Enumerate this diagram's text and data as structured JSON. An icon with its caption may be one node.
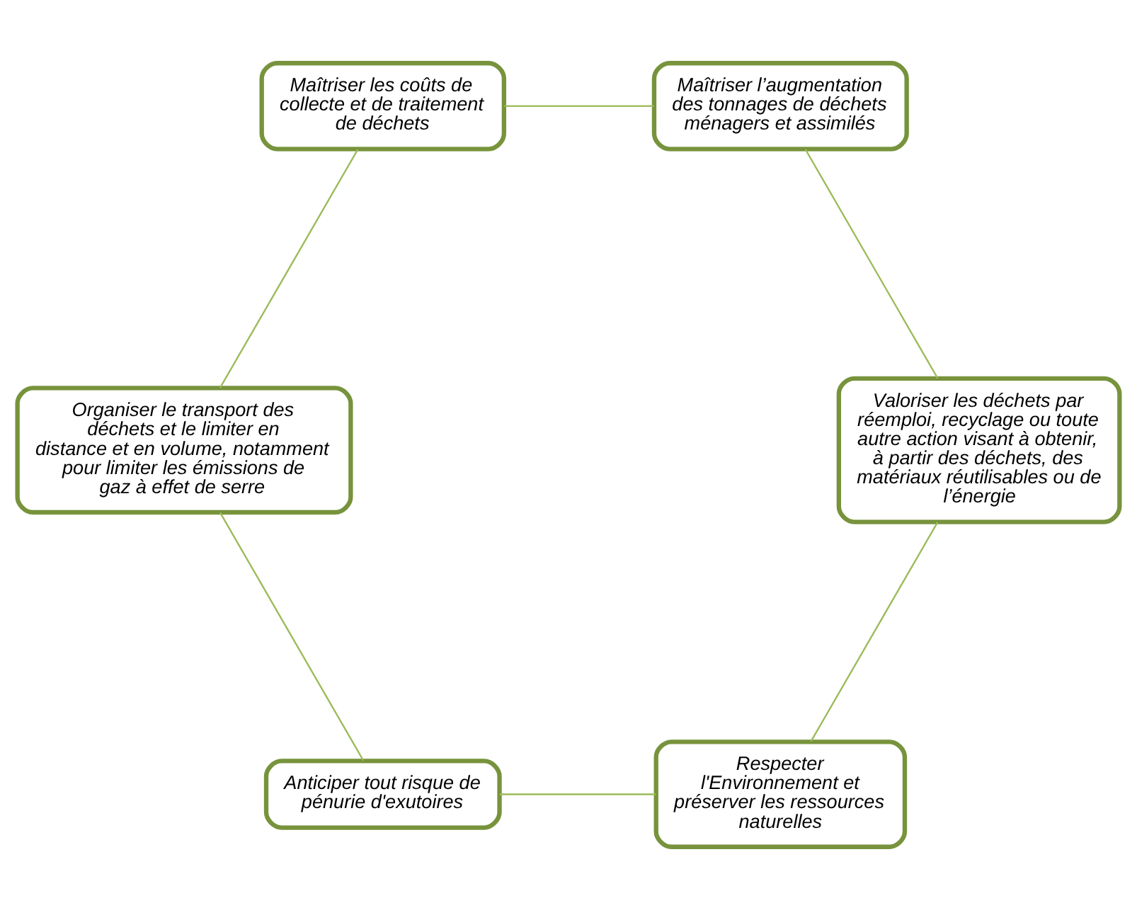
{
  "diagram": {
    "nodes": [
      {
        "text": [
          "Respecter l'Environnement et préserver les ressources naturelles"
        ]
      },
      {
        "text": [
          "Anticiper tout risque de pénurie d'exutoires"
        ]
      },
      {
        "text": [
          "Organiser le transport des déchets et le limiter en distance et en volume, notamment pour limiter les émissions de gaz à effet de serre"
        ]
      },
      {
        "text": [
          "Maîtriser les coûts de collecte et de traitement de déchets"
        ]
      },
      {
        "text": [
          "Maîtriser l’augmentation des tonnages de déchets ménagers et assimilés"
        ]
      },
      {
        "text": [
          "Valoriser les déchets par réemploi, recyclage ou toute autre action visant à obtenir, à partir des déchets, des matériaux réutilisables ou de l’énergie"
        ]
      }
    ],
    "edges": [
      {
        "from": 0,
        "to": 1,
        "arrow": "none"
      },
      {
        "from": 1,
        "to": 2,
        "arrow": "none"
      },
      {
        "from": 2,
        "to": 3,
        "arrow": "none"
      },
      {
        "from": 3,
        "to": 4,
        "arrow": "none"
      },
      {
        "from": 4,
        "to": 5,
        "arrow": "none"
      },
      {
        "from": 5,
        "to": 0,
        "arrow": "none"
      }
    ]
  }
}
